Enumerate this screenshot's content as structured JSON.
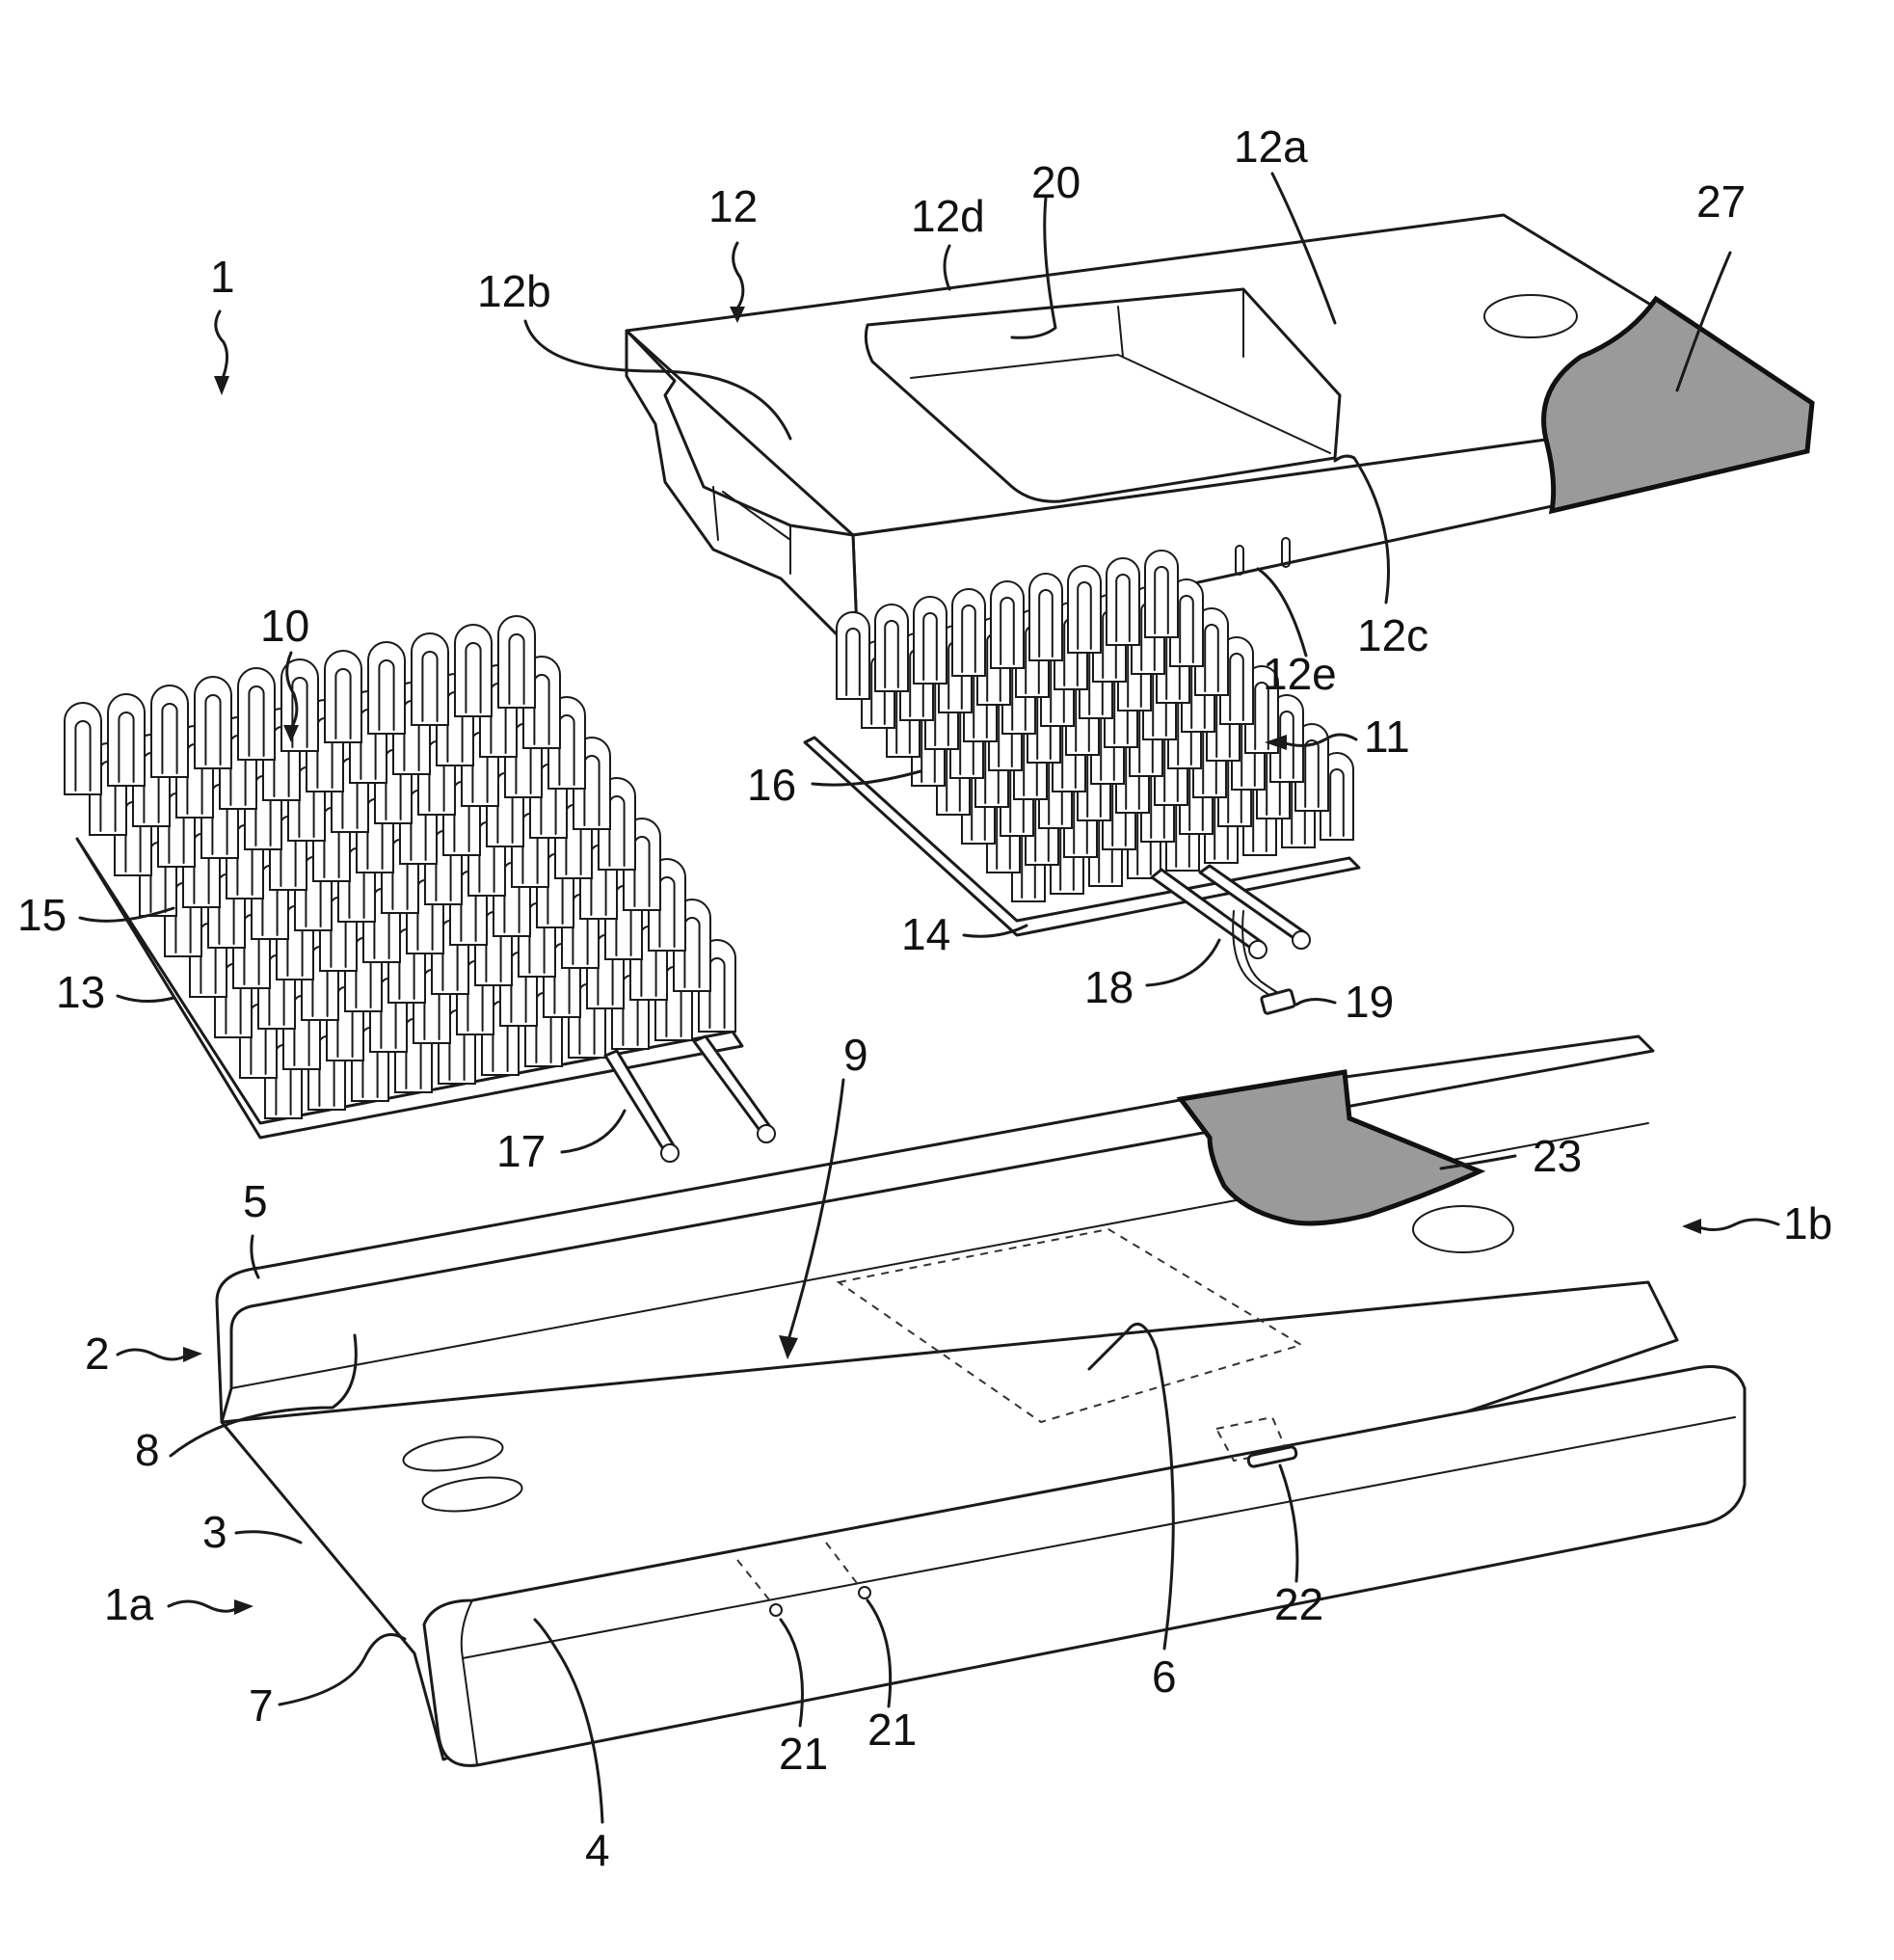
{
  "figure": {
    "reference_numerals": {
      "assembly": "1",
      "end_a": "1a",
      "end_b": "1b",
      "base": "2",
      "base_floor": "3",
      "side_wall_front": "4",
      "side_wall_rear": "5",
      "central_region": "6",
      "notch": "7",
      "end_wall": "8",
      "cavity": "9",
      "cushion_large": "10",
      "cushion_small": "11",
      "cover_pad": "12",
      "cover_top": "12a",
      "cover_end": "12b",
      "cover_recess_edge": "12c",
      "cover_rear_edge": "12d",
      "cover_slots": "12e",
      "cushion_base_large": "13",
      "cushion_base_small": "14",
      "cells_large": "15",
      "cells_small": "16",
      "valves_large": "17",
      "valves_small": "18",
      "connector": "19",
      "cover_opening": "20",
      "ports_left": "21",
      "ports_right": "21",
      "handle": "22",
      "cutaway_base": "23",
      "cutaway_cover": "27"
    }
  }
}
